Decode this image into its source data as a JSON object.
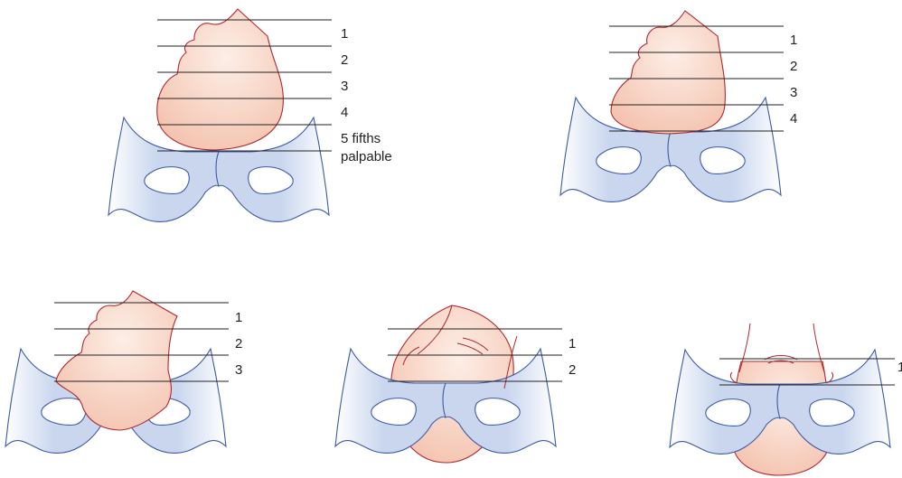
{
  "colors": {
    "pelvis_fill": "#c9d6ee",
    "pelvis_stroke": "#3c5aa6",
    "head_fill": "#f7d2c3",
    "head_stroke": "#b0282e",
    "line": "#222222"
  },
  "panels": [
    {
      "labels": [
        "1",
        "2",
        "3",
        "4",
        "5 fifths",
        "palpable"
      ]
    },
    {
      "labels": [
        "1",
        "2",
        "3",
        "4"
      ]
    },
    {
      "labels": [
        "1",
        "2",
        "3"
      ]
    },
    {
      "labels": [
        "1",
        "2"
      ]
    },
    {
      "labels": [
        "1"
      ]
    }
  ]
}
